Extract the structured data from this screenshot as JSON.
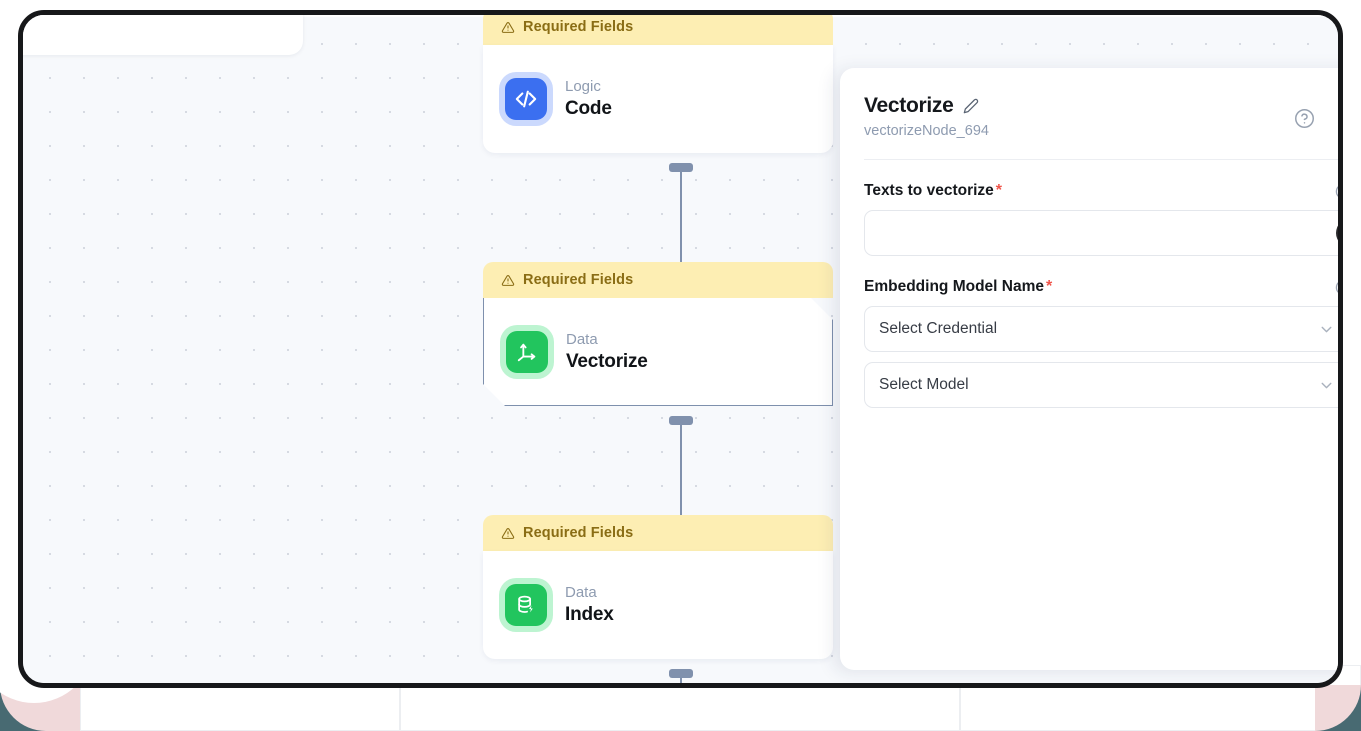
{
  "canvas": {
    "nodes": [
      {
        "banner": "Required Fields",
        "category": "Logic",
        "title": "Code",
        "icon": "code-brackets-icon",
        "color": "#3b6ff0",
        "selected": false
      },
      {
        "banner": "Required Fields",
        "category": "Data",
        "title": "Vectorize",
        "icon": "vector-axes-icon",
        "color": "#22c55e",
        "selected": true
      },
      {
        "banner": "Required Fields",
        "category": "Data",
        "title": "Index",
        "icon": "database-bolt-icon",
        "color": "#22c55e",
        "selected": false
      }
    ]
  },
  "panel": {
    "title": "Vectorize",
    "subtitle": "vectorizeNode_694",
    "edit_icon": "pencil-icon",
    "help_icon": "help-circle-icon",
    "close_icon": "close-icon",
    "fields": [
      {
        "label": "Texts to vectorize",
        "required": "*",
        "info_icon": "info-circle-icon",
        "type": "text",
        "value": "",
        "placeholder": "",
        "add_icon": "plus-icon"
      },
      {
        "label": "Embedding Model Name",
        "required": "*",
        "info_icon": "info-circle-icon",
        "type": "select-group",
        "selects": [
          {
            "value": "Select Credential",
            "chevron": "chevron-down-icon"
          },
          {
            "value": "Select Model",
            "chevron": "chevron-down-icon"
          }
        ]
      }
    ]
  },
  "colors": {
    "warning_banner": "#fdeeb3",
    "warning_text": "#8a6d15",
    "required_star": "#f0544a",
    "node_blue": "#3b6ff0",
    "node_green": "#22c55e",
    "edge": "#8091ad",
    "canvas_bg": "#f7f9fc",
    "backdrop_pink": "#f0d9da",
    "frame": "#17181a"
  }
}
